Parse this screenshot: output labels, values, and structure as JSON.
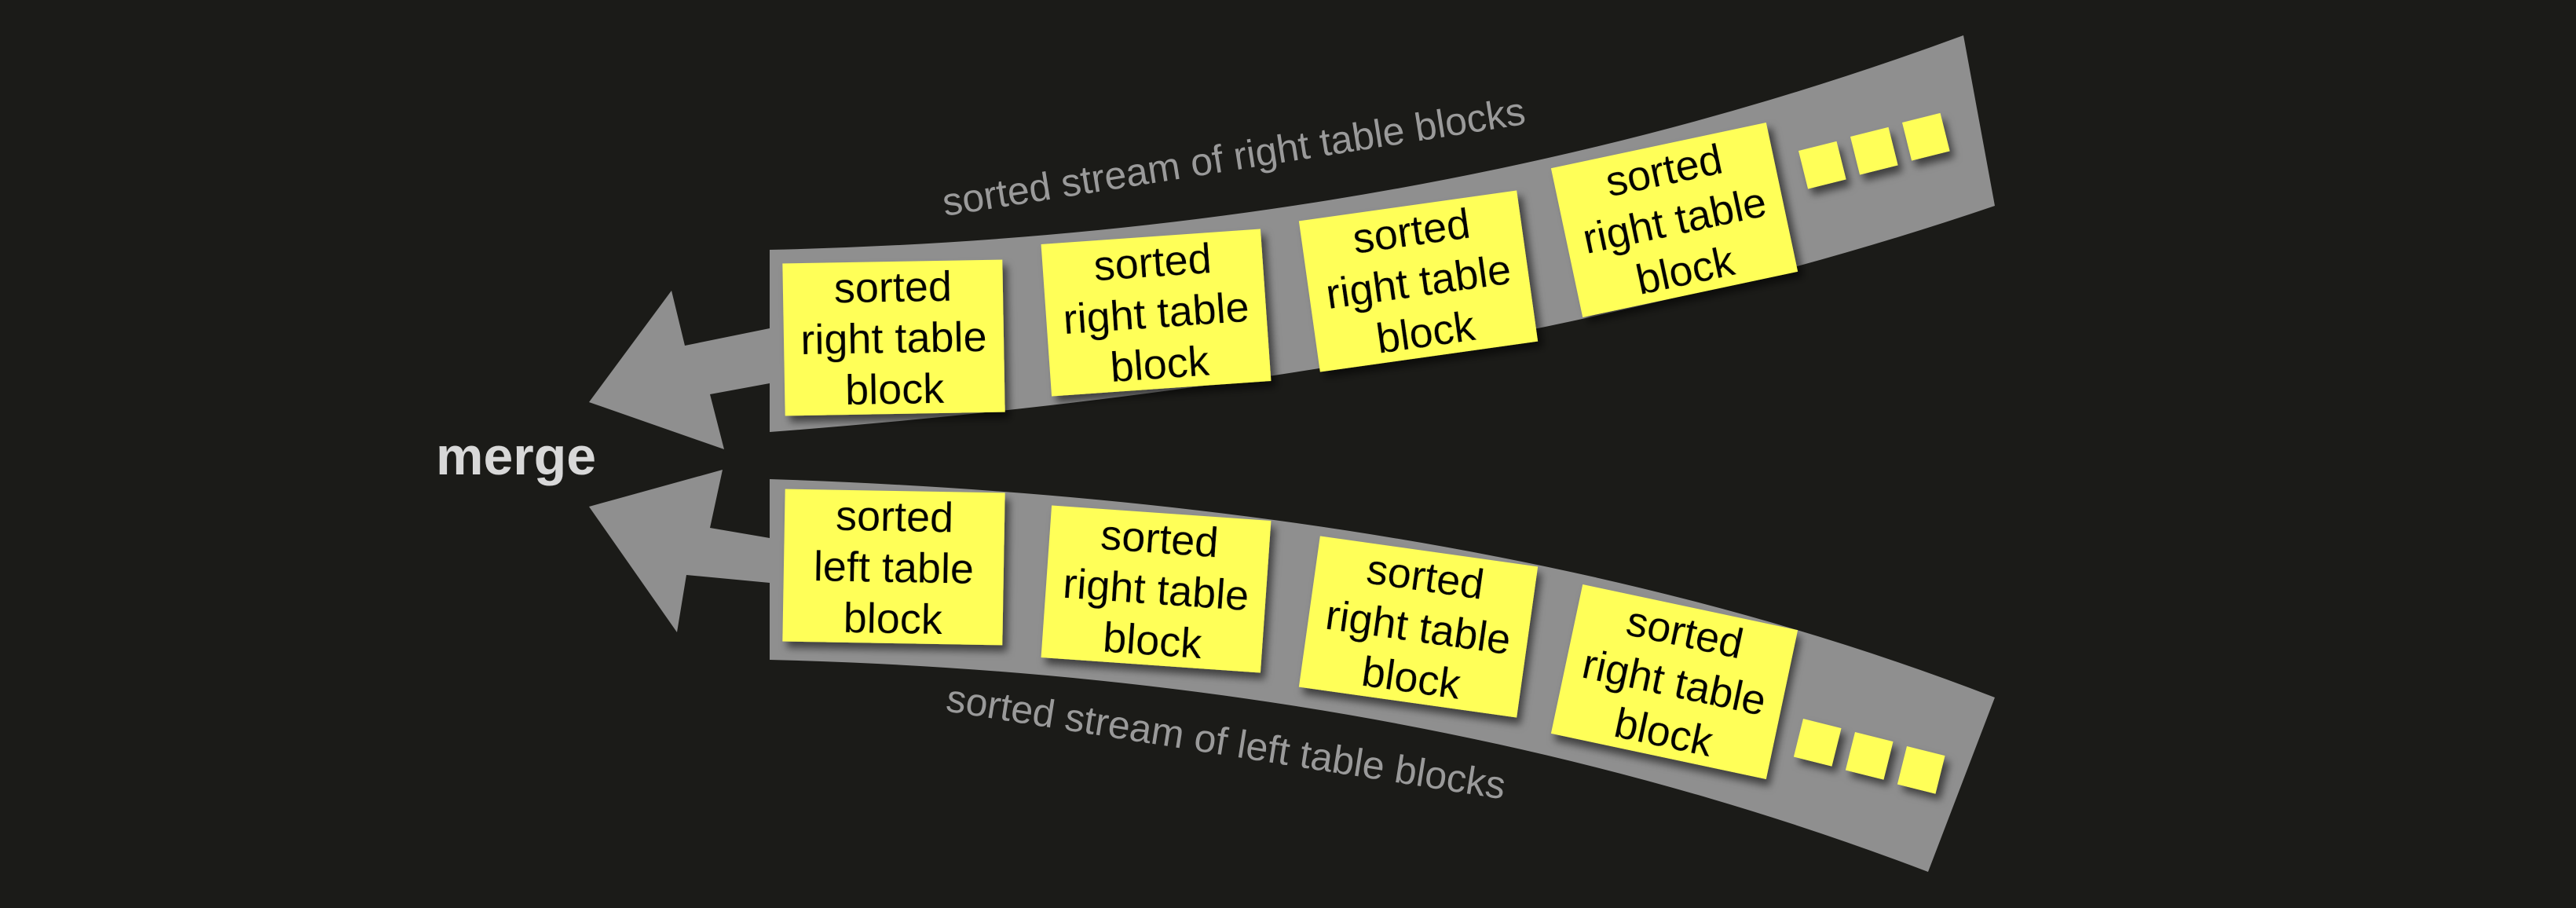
{
  "merge_label": "merge",
  "colors": {
    "background": "#1b1b18",
    "stream": "#8f8f8f",
    "block": "#ffff59",
    "block_shadow": "#000000",
    "text": "#000000",
    "stream_label": "#9a9a9a",
    "merge_label": "#d8d8d8"
  },
  "top_stream": {
    "label": "sorted stream of  right table  blocks",
    "blocks": [
      [
        "sorted",
        "right table",
        "block"
      ],
      [
        "sorted",
        "right table",
        "block"
      ],
      [
        "sorted",
        "right table",
        "block"
      ],
      [
        "sorted",
        "right table",
        "block"
      ]
    ],
    "continuation_icon": "ellipsis-squares-icon"
  },
  "bottom_stream": {
    "label": "sorted stream of  left table  blocks",
    "blocks": [
      [
        "sorted",
        "left table",
        "block"
      ],
      [
        "sorted",
        "right table",
        "block"
      ],
      [
        "sorted",
        "right table",
        "block"
      ],
      [
        "sorted",
        "right table",
        "block"
      ]
    ],
    "continuation_icon": "ellipsis-squares-icon"
  }
}
